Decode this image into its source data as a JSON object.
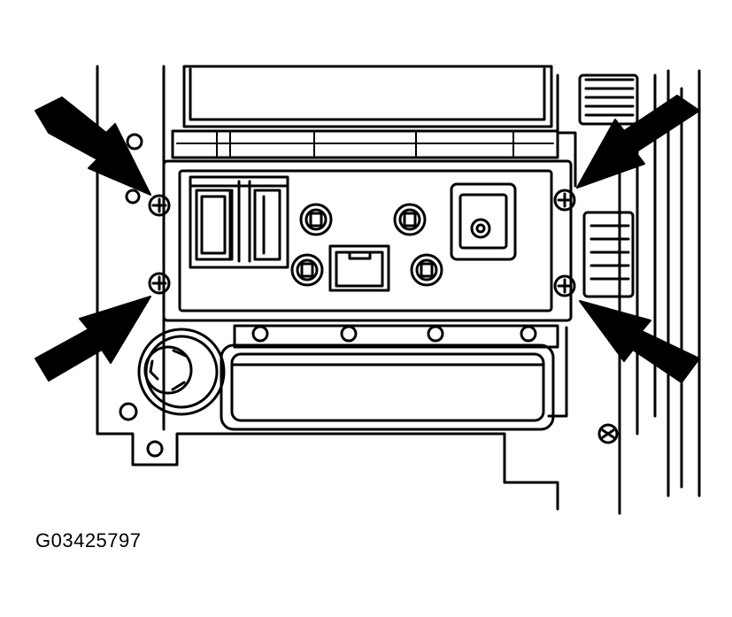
{
  "figure": {
    "caption_code": "G03425797",
    "subject": "fastener-callout-arrows",
    "arrow_count": 4,
    "fastener_count": 4
  }
}
